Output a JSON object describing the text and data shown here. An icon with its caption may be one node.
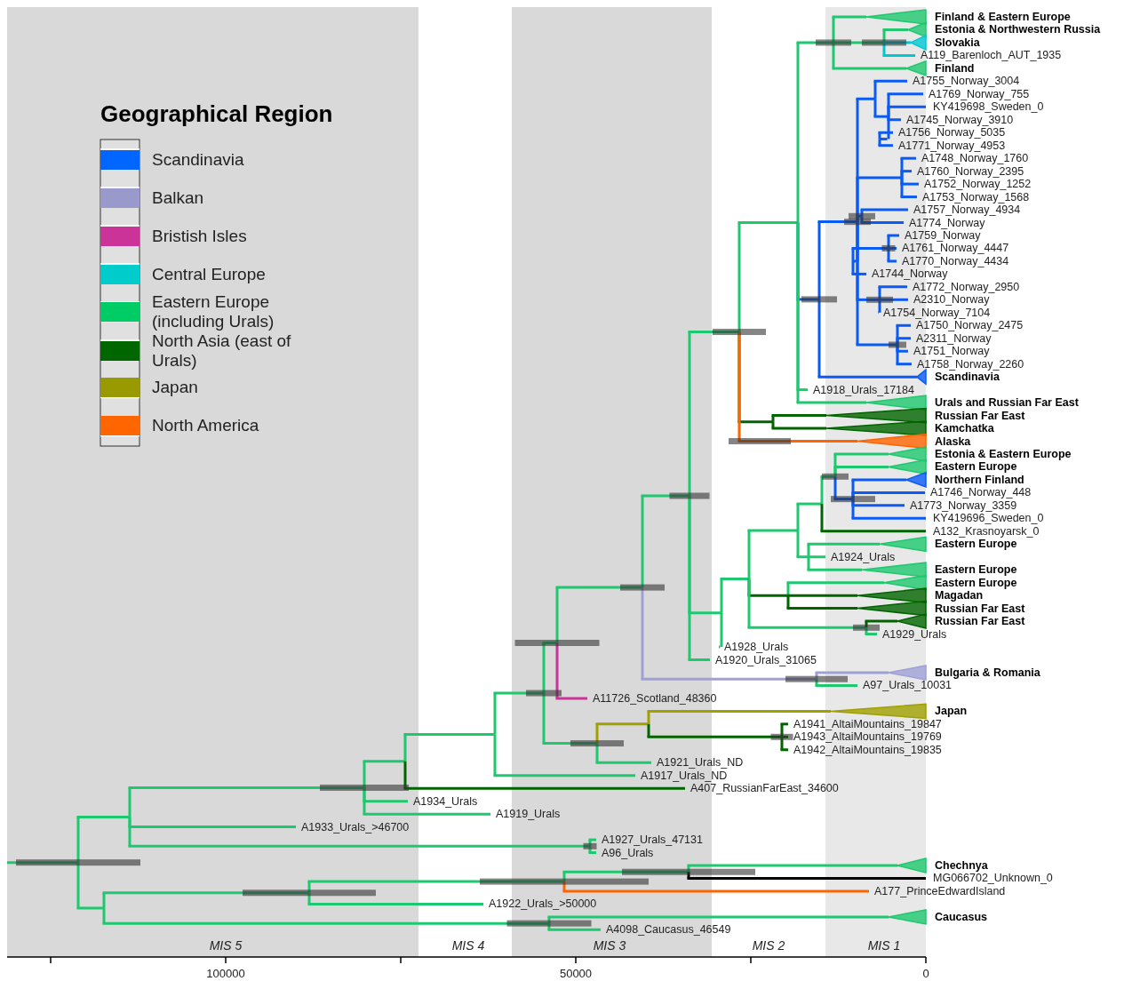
{
  "diagram": {
    "labels": [
      "Finland & Eastern Europe",
      "Estonia & Northwestern Russia",
      "Slovakia",
      "A119_Barenloch_AUT_1935",
      "Finland",
      "A1755_Norway_3004",
      "A1769_Norway_755",
      "KY419698_Sweden_0",
      "A1745_Norway_3910",
      "A1756_Norway_5035",
      "A1771_Norway_4953",
      "A1748_Norway_1760",
      "A1760_Norway_2395",
      "A1752_Norway_1252",
      "A1753_Norway_1568",
      "A1757_Norway_4934",
      "A1774_Norway",
      "A1759_Norway",
      "A1761_Norway_4447",
      "A1770_Norway_4434",
      "A1744_Norway",
      "A1772_Norway_2950",
      "A2310_Norway",
      "A1754_Norway_7104",
      "A1750_Norway_2475",
      "A2311_Norway",
      "A1751_Norway",
      "A1758_Norway_2260",
      "Scandinavia",
      "A1918_Urals_17184",
      "Urals and Russian Far East",
      "Russian Far East",
      "Kamchatka",
      "Alaska",
      "Estonia & Eastern Europe",
      "Eastern Europe",
      "Northern Finland",
      "A1746_Norway_448",
      "A1773_Norway_3359",
      "KY419696_Sweden_0",
      "A132_Krasnoyarsk_0",
      "Eastern Europe",
      "A1924_Urals",
      "Eastern Europe",
      "Eastern Europe",
      "Magadan",
      "Russian Far East",
      "Russian Far East",
      "A1929_Urals",
      "A1928_Urals",
      "A1920_Urals_31065",
      "Bulgaria & Romania",
      "A97_Urals_10031",
      "A11726_Scotland_48360",
      "Japan",
      "A1941_AltaiMountains_19847",
      "A1943_AltaiMountains_19769",
      "A1942_AltaiMountains_19835",
      "A1921_Urals_ND",
      "A1917_Urals_ND",
      "A407_RussianFarEast_34600",
      "A1934_Urals",
      "A1919_Urals",
      "A1933_Urals_>46700",
      "A1927_Urals_47131",
      "A96_Urals",
      "Chechnya",
      "MG066702_Unknown_0",
      "A177_PrinceEdwardIsland",
      "A1922_Urals_>50000",
      "Caucasus",
      "A4098_Caucasus_46549",
      "Geographical Region",
      "MIS 5",
      "MIS 4",
      "MIS 3",
      "MIS 2",
      "MIS 1",
      "100000",
      "50000",
      "0"
    ],
    "legend": [
      {
        "text": "Scandinavia",
        "color": "#0066ff"
      },
      {
        "text": "Balkan",
        "color": "#9999cc"
      },
      {
        "text": "Bristish Isles",
        "color": "#cc3399"
      },
      {
        "text": "Central Europe",
        "color": "#00cccc"
      },
      {
        "text": "Eastern Europe (including Urals)",
        "color": "#00cc66"
      },
      {
        "text": "North Asia (east of Urals)",
        "color": "#006600"
      },
      {
        "text": "Japan",
        "color": "#999900"
      },
      {
        "text": "North America",
        "color": "#ff6600"
      }
    ]
  }
}
